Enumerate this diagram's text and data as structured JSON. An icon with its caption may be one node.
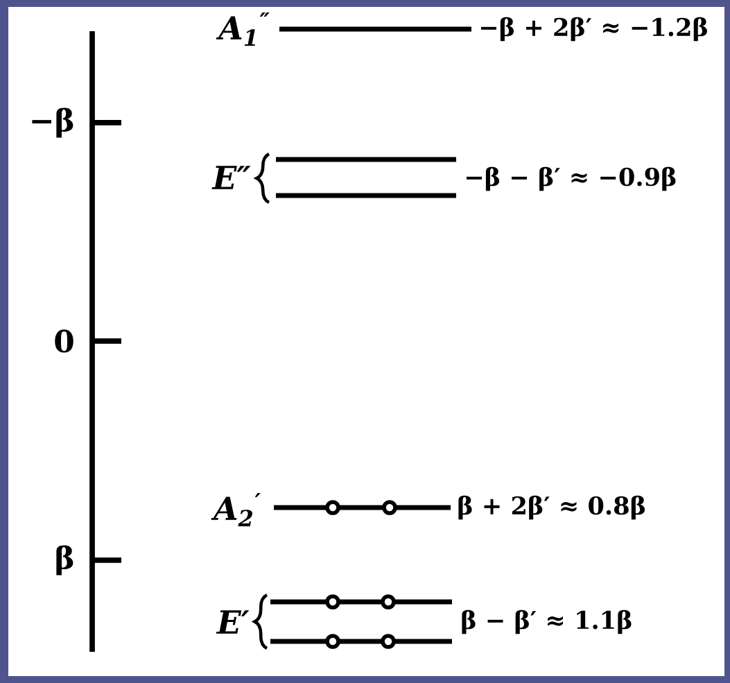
{
  "diagram": {
    "labels": [
      "A$_{1}$$^{″}$",
      "−β + 2β′ ≈ −1.2β",
      "−β",
      "E″",
      "−β − β′ ≈ −0.9β",
      "0",
      "A$_{2}$$^{′}$",
      "β + 2β′ ≈ 0.8β",
      "β",
      "E′",
      "β − β′ ≈ 1.1β"
    ]
  }
}
